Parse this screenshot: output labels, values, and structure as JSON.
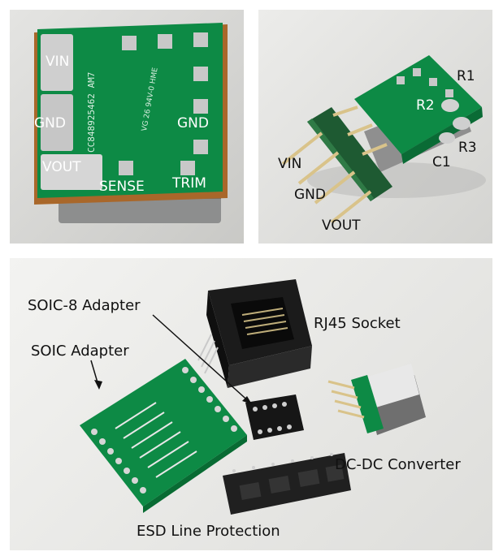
{
  "panel_top_left": {
    "labels": {
      "vin": "VIN",
      "gnd_left": "GND",
      "vout": "VOUT",
      "sense": "SENSE",
      "trim": "TRIM",
      "gnd_right": "GND"
    },
    "board_marking": "CC848925462   AM7"
  },
  "panel_top_right": {
    "labels": {
      "r1": "R1",
      "r2": "R2",
      "r3": "R3",
      "c1": "C1",
      "vin": "VIN",
      "gnd": "GND",
      "vout": "VOUT"
    }
  },
  "panel_bottom": {
    "labels": {
      "soic8_adapter": "SOIC-8 Adapter",
      "rj45_socket": "RJ45 Socket",
      "soic_adapter": "SOIC Adapter",
      "dcdc_converter": "DC-DC Converter",
      "esd_line_protection": "ESD Line Protection"
    }
  },
  "colors": {
    "pcb_green": "#0d8a45",
    "pad_silver": "#c8c8c8",
    "label_white": "#ffffff",
    "label_black": "#111111"
  }
}
